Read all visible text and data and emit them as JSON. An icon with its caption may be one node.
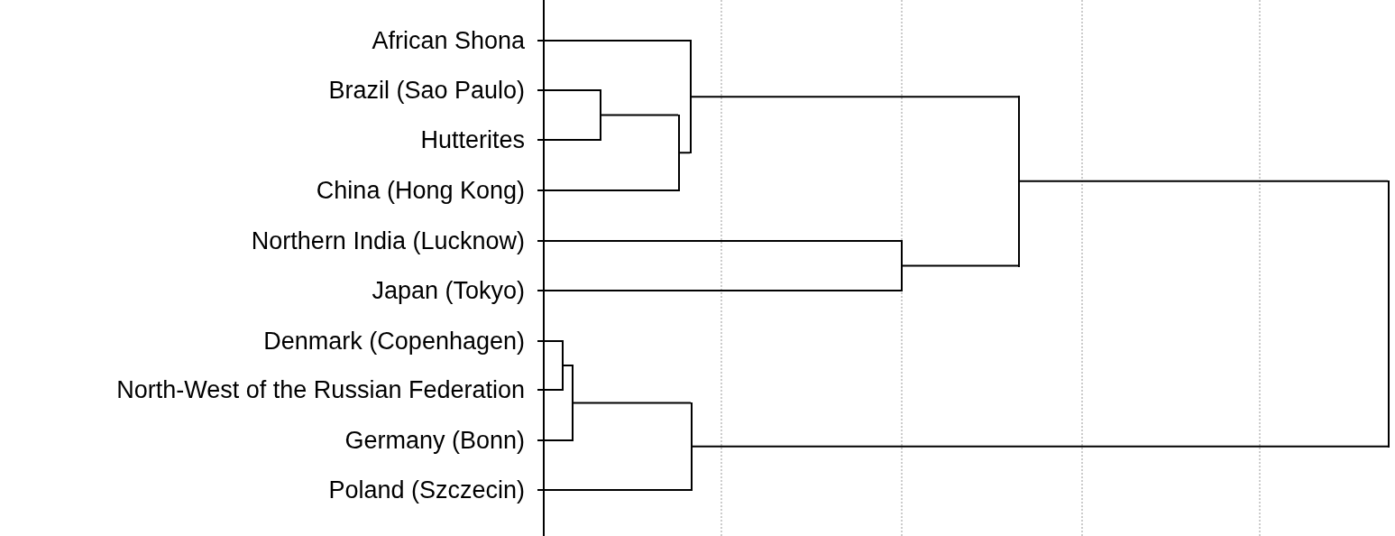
{
  "diagram": {
    "nodes": [
      {
        "text": [
          "African Shona"
        ]
      },
      {
        "text": [
          "Brazil (Sao Paulo)"
        ]
      },
      {
        "text": [
          "Hutterites"
        ]
      },
      {
        "text": [
          "China (Hong Kong)"
        ]
      },
      {
        "text": [
          "Northern India (Lucknow)"
        ]
      },
      {
        "text": [
          "Japan (Tokyo)"
        ]
      },
      {
        "text": [
          "Denmark (Copenhagen)"
        ]
      },
      {
        "text": [
          "North-West of the Russian Federation"
        ]
      },
      {
        "text": [
          "Germany (Bonn)"
        ]
      },
      {
        "text": [
          "Poland (Szczecin)"
        ]
      },
      {
        "text": [],
        "shape": "bar"
      },
      {
        "text": [],
        "shape": "bar"
      },
      {
        "text": [],
        "shape": "bar"
      },
      {
        "text": [],
        "shape": "bar"
      },
      {
        "text": [],
        "shape": "bar"
      },
      {
        "text": [],
        "shape": "bar"
      },
      {
        "text": [],
        "shape": "bar"
      },
      {
        "text": [],
        "shape": "bar"
      },
      {
        "text": [],
        "shape": "bar"
      }
    ],
    "edges": [
      {
        "from": 1,
        "to": 10,
        "arrow": "none"
      },
      {
        "from": 2,
        "to": 10,
        "arrow": "none"
      },
      {
        "from": 10,
        "to": 11,
        "arrow": "none"
      },
      {
        "from": 3,
        "to": 11,
        "arrow": "none"
      },
      {
        "from": 0,
        "to": 12,
        "arrow": "none"
      },
      {
        "from": 11,
        "to": 12,
        "arrow": "none"
      },
      {
        "from": 4,
        "to": 13,
        "arrow": "none"
      },
      {
        "from": 5,
        "to": 13,
        "arrow": "none"
      },
      {
        "from": 12,
        "to": 14,
        "arrow": "none"
      },
      {
        "from": 13,
        "to": 14,
        "arrow": "none"
      },
      {
        "from": 6,
        "to": 15,
        "arrow": "none"
      },
      {
        "from": 7,
        "to": 15,
        "arrow": "none"
      },
      {
        "from": 15,
        "to": 16,
        "arrow": "none"
      },
      {
        "from": 8,
        "to": 16,
        "arrow": "none"
      },
      {
        "from": 16,
        "to": 17,
        "arrow": "none"
      },
      {
        "from": 9,
        "to": 17,
        "arrow": "none"
      },
      {
        "from": 14,
        "to": 18,
        "arrow": "none"
      },
      {
        "from": 17,
        "to": 18,
        "arrow": "none"
      }
    ]
  }
}
